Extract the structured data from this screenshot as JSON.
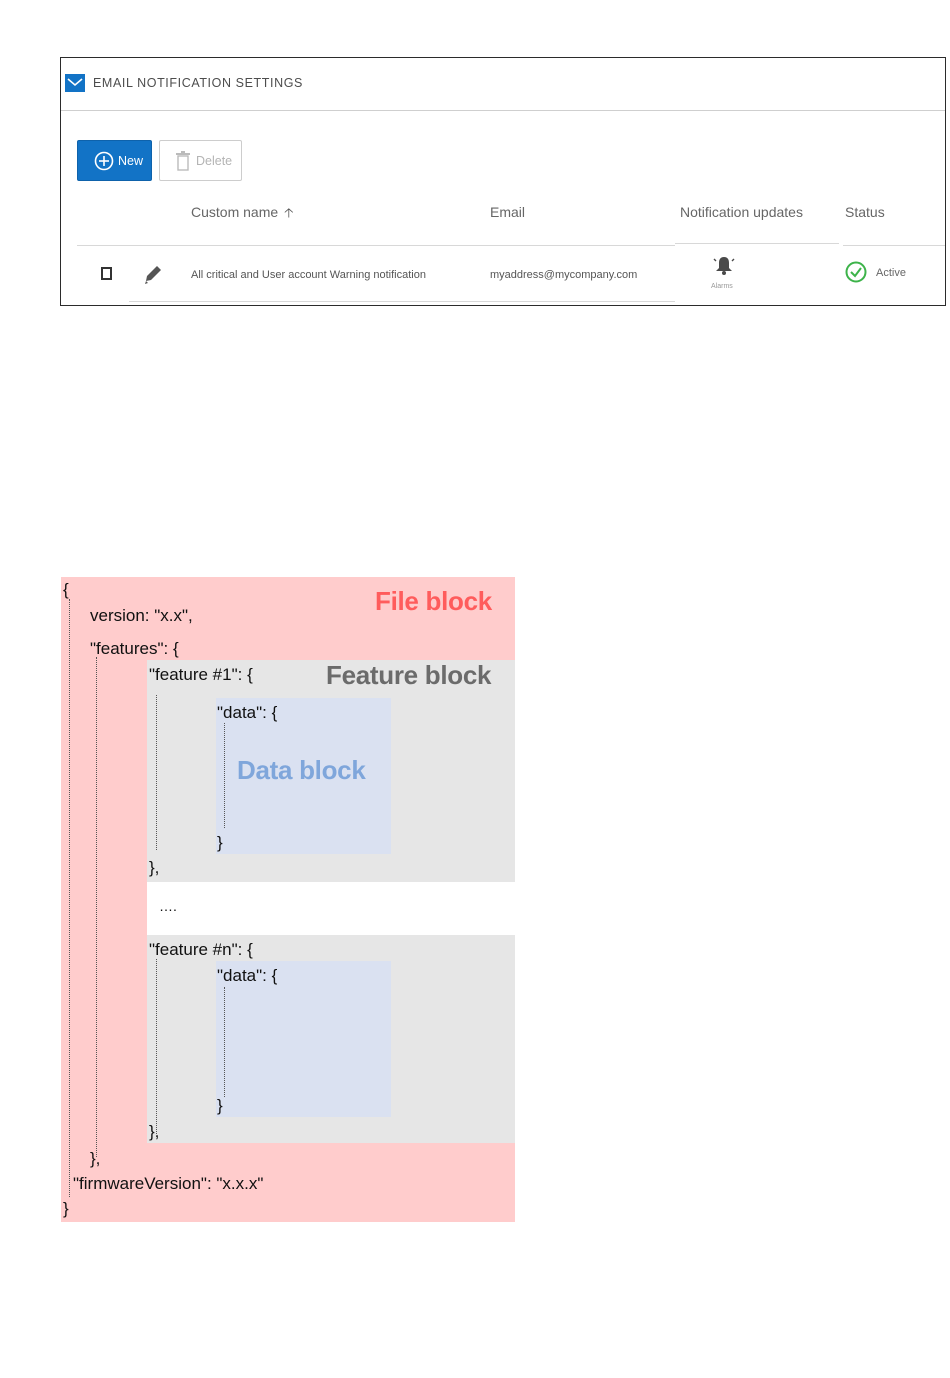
{
  "panel": {
    "title": "EMAIL NOTIFICATION SETTINGS",
    "new_label": "New",
    "delete_label": "Delete",
    "columns": [
      "Custom name",
      "Email",
      "Notification updates",
      "Status"
    ],
    "sort_indicator": "🡡",
    "row": {
      "custom_name": "All critical and User account Warning notification",
      "email": "myaddress@mycompany.com",
      "notification_label": "Alarms",
      "status": "Active"
    },
    "colors": {
      "primary": "#1273c6",
      "success": "#3db34a"
    }
  },
  "diagram": {
    "labels": {
      "file": "File block",
      "feature": "Feature block",
      "data": "Data block"
    },
    "code": {
      "open_brace": "{",
      "version": "version: \"x.x\",",
      "features": "\"features\": {",
      "feature1": "\"feature #1\": {",
      "data1": "\"data\": {",
      "data1_close": "}",
      "feature1_close": "},",
      "ellipsis": "….",
      "featuren": "\"feature #n\": {",
      "datan": "\"data\": {",
      "datan_close": "}",
      "featuren_close": "},",
      "features_close": "},",
      "firmware": "\"firmwareVersion\": \"x.x.x\"",
      "close_brace": "}"
    },
    "colors": {
      "file": "#ffcccc",
      "feature": "#e6e6e6",
      "data": "#dae1f1"
    }
  }
}
